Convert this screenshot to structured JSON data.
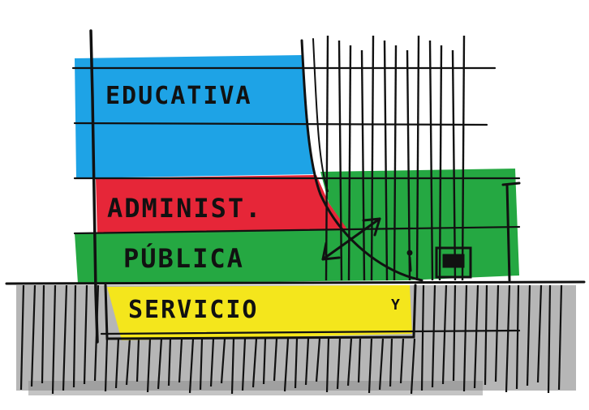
{
  "diagram": {
    "zones": [
      {
        "id": "educativa",
        "label": "EDUCATIVA",
        "color": "#1ea3e6"
      },
      {
        "id": "administ",
        "label": "ADMINIST.",
        "color": "#e62638"
      },
      {
        "id": "publica",
        "label": "PÚBLICA",
        "color": "#25a842"
      },
      {
        "id": "servicio",
        "label": "SERVICIO",
        "color": "#f4e61c"
      }
    ],
    "ink_color": "#111111",
    "ground_color": "#6f6f6f",
    "marker": "Y"
  }
}
